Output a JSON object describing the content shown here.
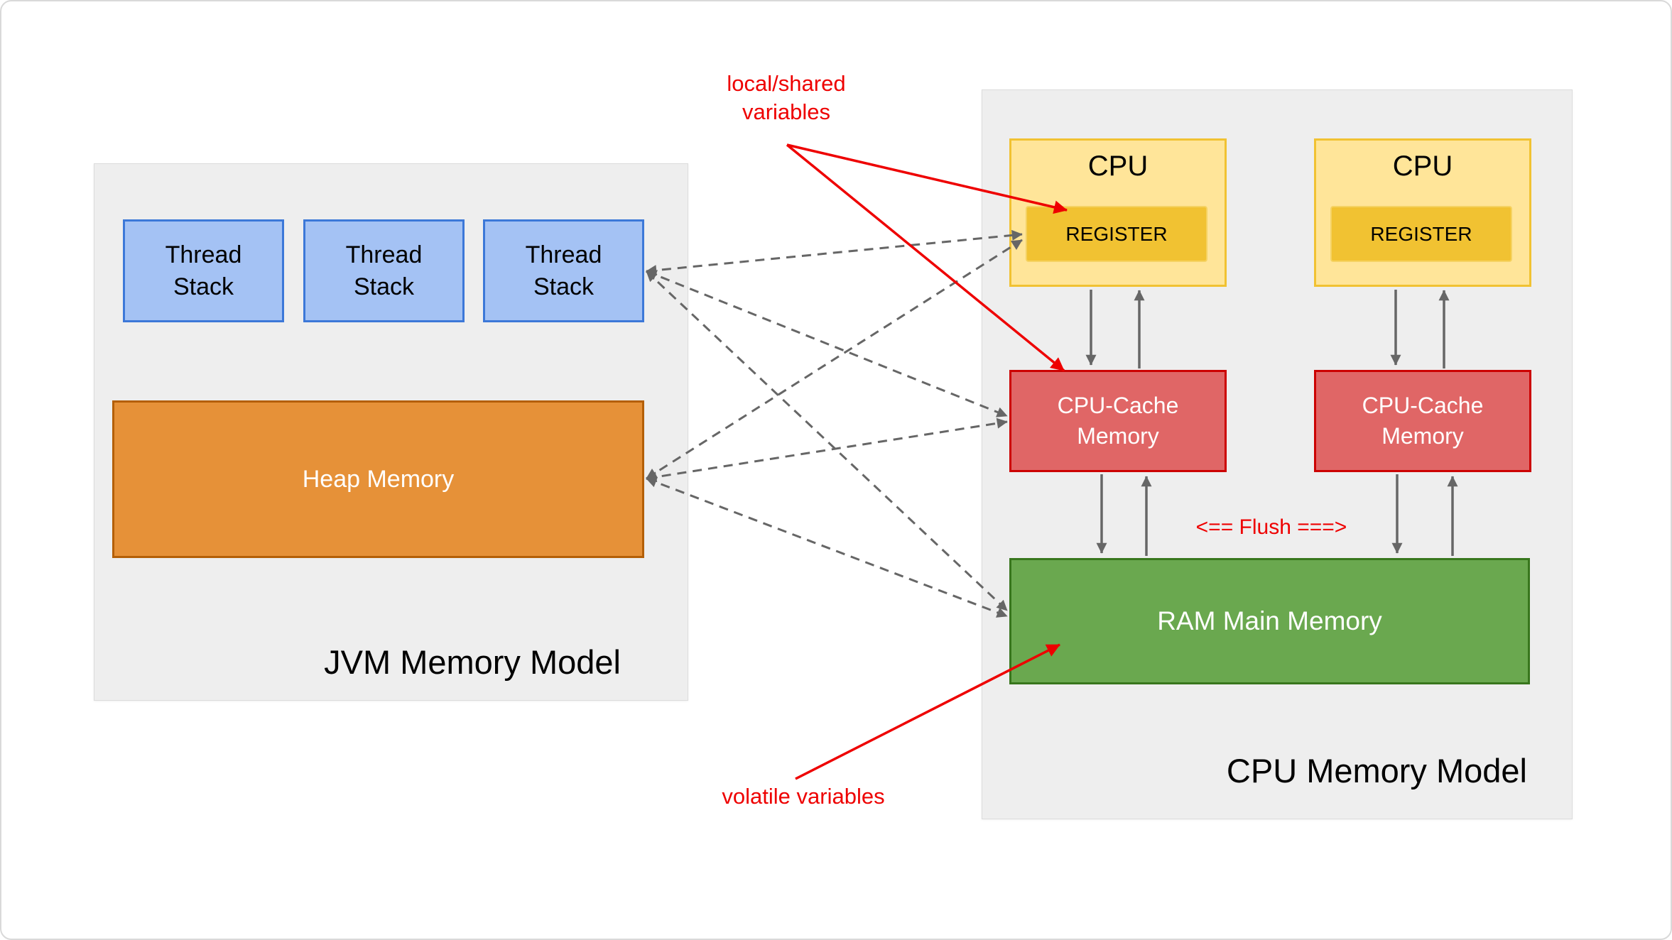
{
  "jvm_panel": {
    "title": "JVM Memory Model",
    "thread_stacks": [
      "Thread Stack",
      "Thread Stack",
      "Thread Stack"
    ],
    "heap_label": "Heap Memory"
  },
  "cpu_panel": {
    "title": "CPU Memory Model",
    "cpu1": {
      "label": "CPU",
      "register_label": "REGISTER",
      "cache_label": "CPU-Cache Memory"
    },
    "cpu2": {
      "label": "CPU",
      "register_label": "REGISTER",
      "cache_label": "CPU-Cache Memory"
    },
    "ram_label": "RAM Main Memory",
    "flush_label": "<== Flush ===>"
  },
  "annotations": {
    "local_shared_line1": "local/shared",
    "local_shared_line2": "variables",
    "volatile_label": "volatile variables"
  },
  "colors": {
    "panel_bg": "#eeeeee",
    "thread_fill": "#a4c2f4",
    "thread_border": "#3c78d8",
    "heap_fill": "#e69138",
    "heap_border": "#b45f06",
    "cpu_fill": "#ffe599",
    "cpu_border": "#f1c232",
    "register_fill": "#f1c232",
    "cache_fill": "#e06666",
    "cache_border": "#cc0000",
    "ram_fill": "#6aa84f",
    "ram_border": "#38761d",
    "arrow_gray": "#666666",
    "annotation_red": "#ee0000"
  }
}
